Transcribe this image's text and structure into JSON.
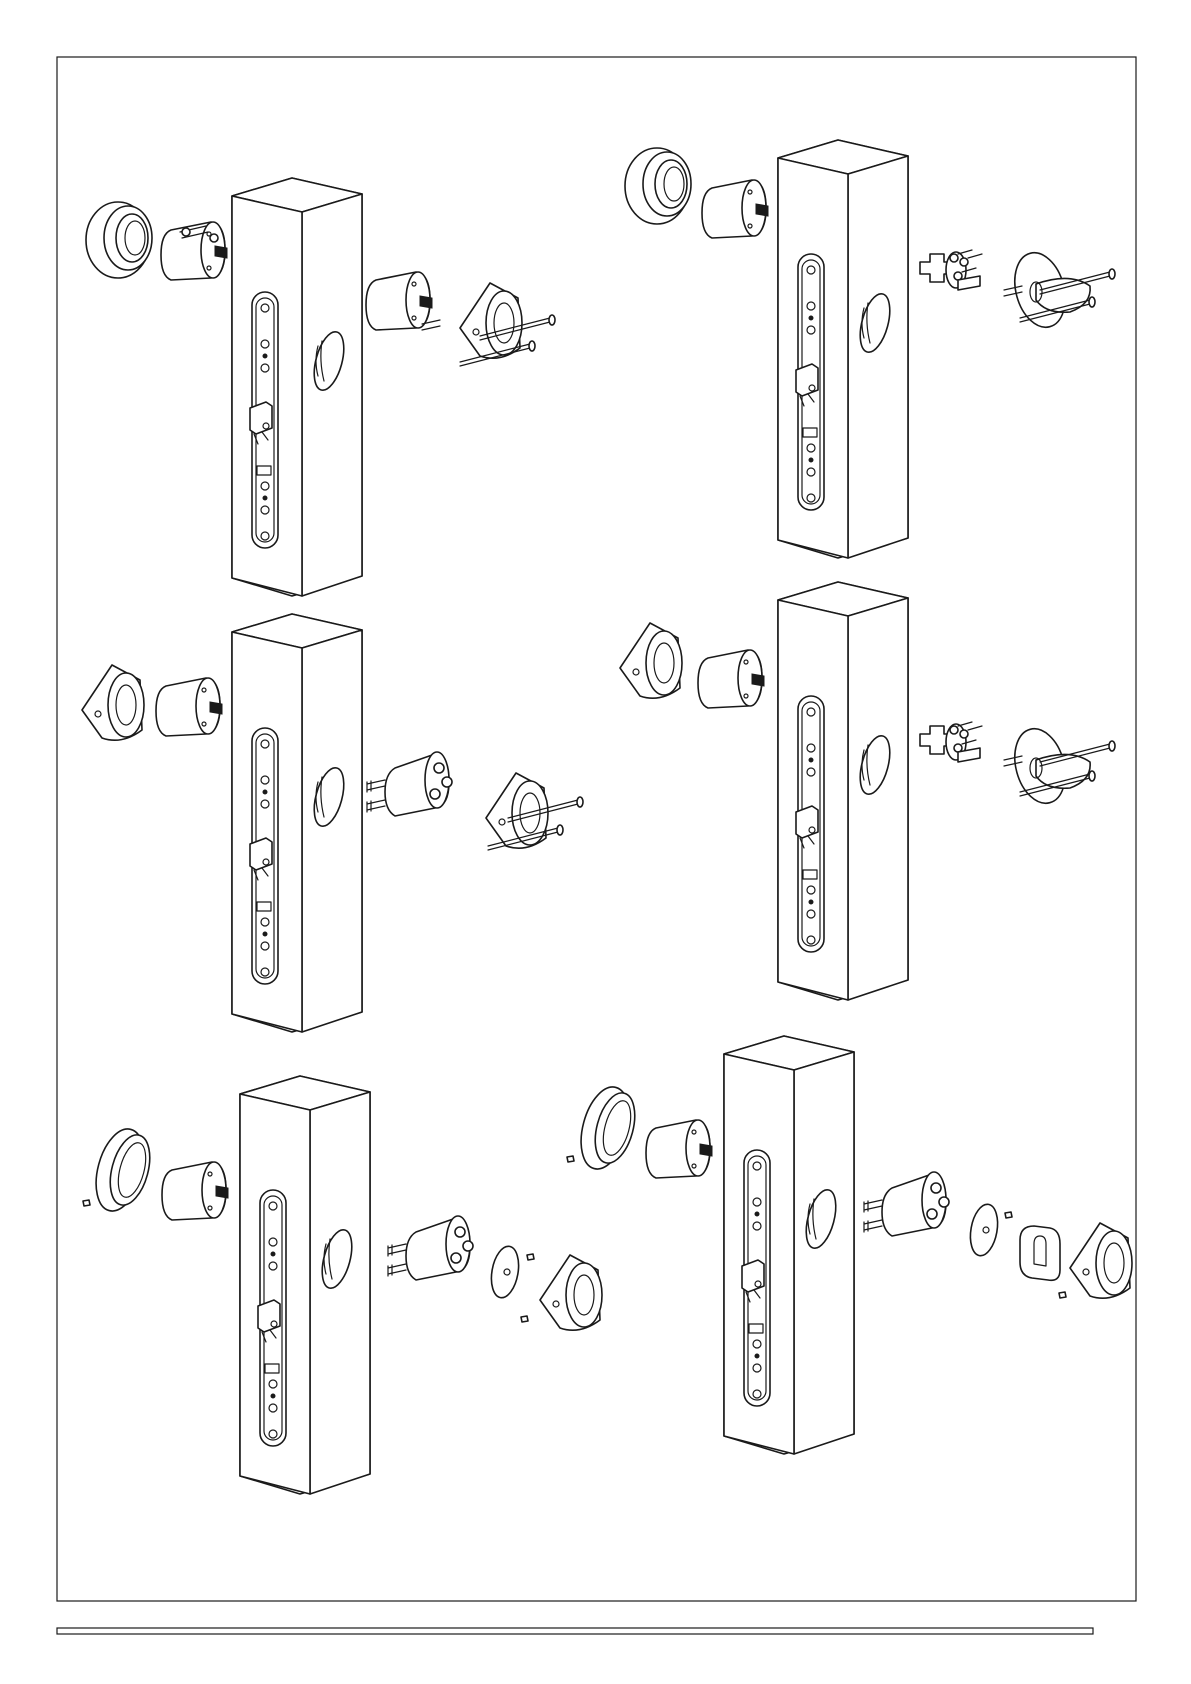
{
  "page": {
    "background": "#ffffff",
    "line_color": "#1a1a1a"
  },
  "panels": [
    {
      "id": "panel-1",
      "icons": [
        "escutcheon-rose-icon",
        "lock-cylinder-icon",
        "door-block-icon",
        "cylinder-adapter-icon",
        "rose-with-screws-icon"
      ]
    },
    {
      "id": "panel-2",
      "icons": [
        "escutcheon-rose-icon",
        "lock-cylinder-icon",
        "door-block-icon",
        "mounting-plate-icon",
        "thumbturn-rose-icon"
      ]
    },
    {
      "id": "panel-3",
      "icons": [
        "cone-rose-icon",
        "lock-cylinder-icon",
        "door-block-icon",
        "cylinder-adapter-icon",
        "rose-with-screws-icon"
      ]
    },
    {
      "id": "panel-4",
      "icons": [
        "cone-rose-icon",
        "lock-cylinder-icon",
        "door-block-icon",
        "mounting-plate-icon",
        "thumbturn-rose-icon"
      ]
    },
    {
      "id": "panel-5",
      "icons": [
        "ring-rose-icon",
        "lock-cylinder-icon",
        "door-block-icon",
        "bolt-adapter-icon",
        "cover-disc-icon",
        "cone-rose-icon"
      ]
    },
    {
      "id": "panel-6",
      "icons": [
        "ring-rose-icon",
        "lock-cylinder-icon",
        "door-block-icon",
        "bolt-adapter-icon",
        "cover-disc-icon",
        "thumbturn-knob-icon",
        "cone-rose-icon"
      ]
    }
  ]
}
